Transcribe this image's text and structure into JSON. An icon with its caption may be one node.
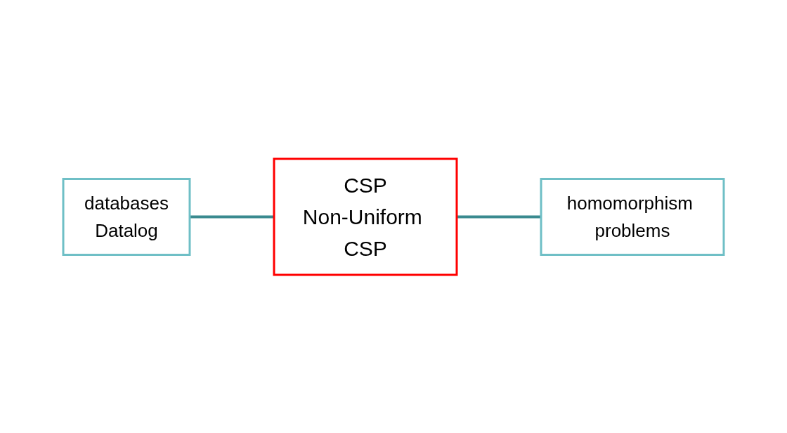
{
  "diagram": {
    "nodes": [
      {
        "text": [
          "databases",
          "Datalog"
        ]
      },
      {
        "text": [
          "CSP",
          "Non-Uniform CSP"
        ]
      },
      {
        "text": [
          "homomorphism problems"
        ]
      }
    ],
    "edges": [
      {
        "from": 0,
        "to": 1,
        "arrow": "none"
      },
      {
        "from": 1,
        "to": 2,
        "arrow": "none"
      }
    ]
  }
}
